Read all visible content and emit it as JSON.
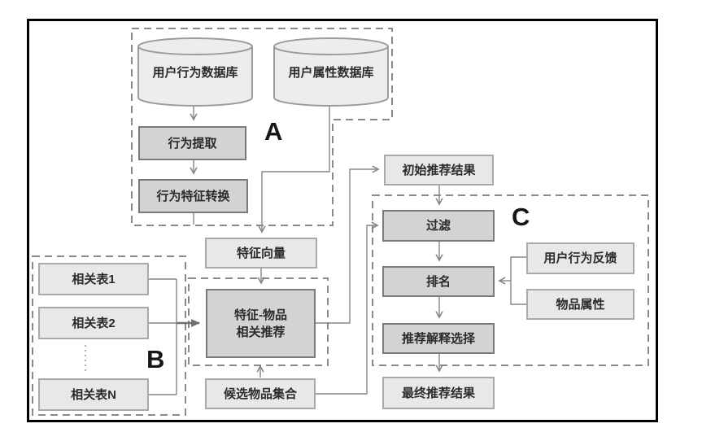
{
  "groups": {
    "a": {
      "label": "A"
    },
    "b": {
      "label": "B"
    },
    "c": {
      "label": "C"
    }
  },
  "nodes": {
    "db_behavior": {
      "label": "用户行为数据库"
    },
    "db_attr": {
      "label": "用户属性数据库"
    },
    "extract": {
      "label": "行为提取"
    },
    "convert": {
      "label": "行为特征转换"
    },
    "feature_vector": {
      "label": "特征向量"
    },
    "feature_item": {
      "label": "特征-物品\n相关推荐"
    },
    "table1": {
      "label": "相关表1"
    },
    "table2": {
      "label": "相关表2"
    },
    "tableN": {
      "label": "相关表N"
    },
    "candidates": {
      "label": "候选物品集合"
    },
    "initial": {
      "label": "初始推荐结果"
    },
    "filter": {
      "label": "过滤"
    },
    "rank": {
      "label": "排名"
    },
    "explain": {
      "label": "推荐解释选择"
    },
    "final": {
      "label": "最终推荐结果"
    },
    "feedback": {
      "label": "用户行为反馈"
    },
    "item_attr": {
      "label": "物品属性"
    }
  },
  "colors": {
    "canvas_bg": "#ffffff",
    "outer_border": "#000000",
    "process_fill": "#d3d3d3",
    "process_border": "#7a7a7a",
    "light_fill": "#e8e8e8",
    "light_border": "#a9a9a9",
    "cylinder_fill": "#ededed",
    "cylinder_border": "#9c9c9c",
    "line": "#858585",
    "dash_border": "#8a8a8a",
    "text": "#2b2b2b"
  }
}
